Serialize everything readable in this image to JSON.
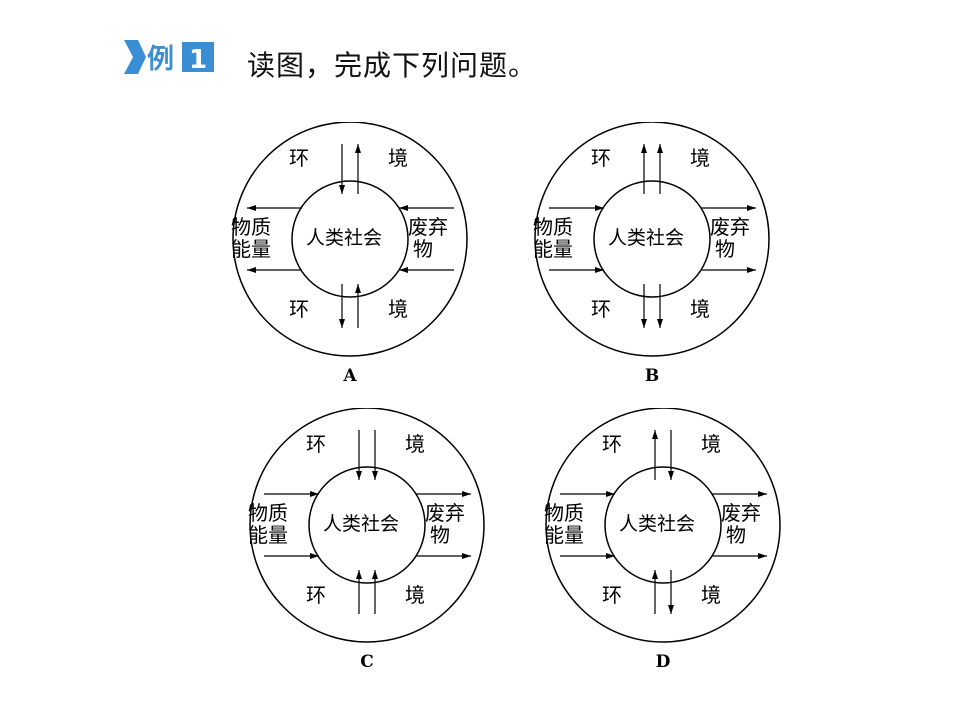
{
  "header": {
    "badge_text": "例",
    "badge_number": "1",
    "question": "读图，完成下列问题。"
  },
  "labels": {
    "environment_left": "环",
    "environment_right": "境",
    "material_line1": "物质",
    "material_line2": "能量",
    "waste_line1": "废弃",
    "waste_line2": "物",
    "center": "人类社会"
  },
  "diagrams": [
    {
      "caption": "A",
      "vertical_arrows": {
        "top": [
          "in",
          "out"
        ],
        "bottom": [
          "out",
          "in"
        ]
      },
      "left_arrows": "out",
      "right_arrows": "in"
    },
    {
      "caption": "B",
      "vertical_arrows": {
        "top": [
          "out",
          "out"
        ],
        "bottom": [
          "out",
          "out"
        ]
      },
      "left_arrows": "in",
      "right_arrows": "out"
    },
    {
      "caption": "C",
      "vertical_arrows": {
        "top": [
          "in",
          "in"
        ],
        "bottom": [
          "in",
          "in"
        ]
      },
      "left_arrows": "in",
      "right_arrows": "out"
    },
    {
      "caption": "D",
      "vertical_arrows": {
        "top": [
          "out",
          "in"
        ],
        "bottom": [
          "in",
          "out"
        ]
      },
      "left_arrows": "in",
      "right_arrows": "out"
    }
  ],
  "colors": {
    "badge_fill": "#3a8fd4",
    "badge_text": "#ffffff",
    "line": "#000000"
  }
}
